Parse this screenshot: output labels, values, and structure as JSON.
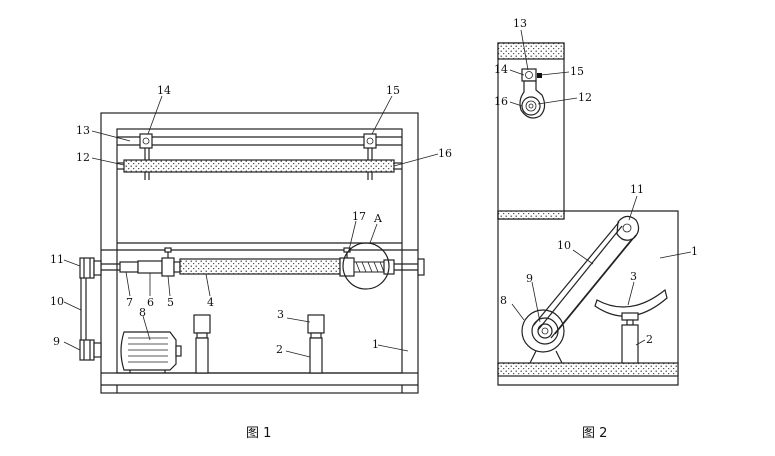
{
  "figure1": {
    "caption": "图 1",
    "labels": {
      "l1": "1",
      "l2": "2",
      "l3": "3",
      "l4": "4",
      "l5": "5",
      "l6": "6",
      "l7": "7",
      "l8": "8",
      "l9": "9",
      "l10": "10",
      "l11": "11",
      "l12": "12",
      "l13": "13",
      "l14": "14",
      "l15": "15",
      "l16": "16",
      "l17": "17",
      "lA": "A"
    }
  },
  "figure2": {
    "caption": "图 2",
    "labels": {
      "l1": "1",
      "l2": "2",
      "l3": "3",
      "l8": "8",
      "l9": "9",
      "l10": "10",
      "l11": "11",
      "l12": "12",
      "l13": "13",
      "l14": "14",
      "l15": "15",
      "l16": "16"
    }
  }
}
